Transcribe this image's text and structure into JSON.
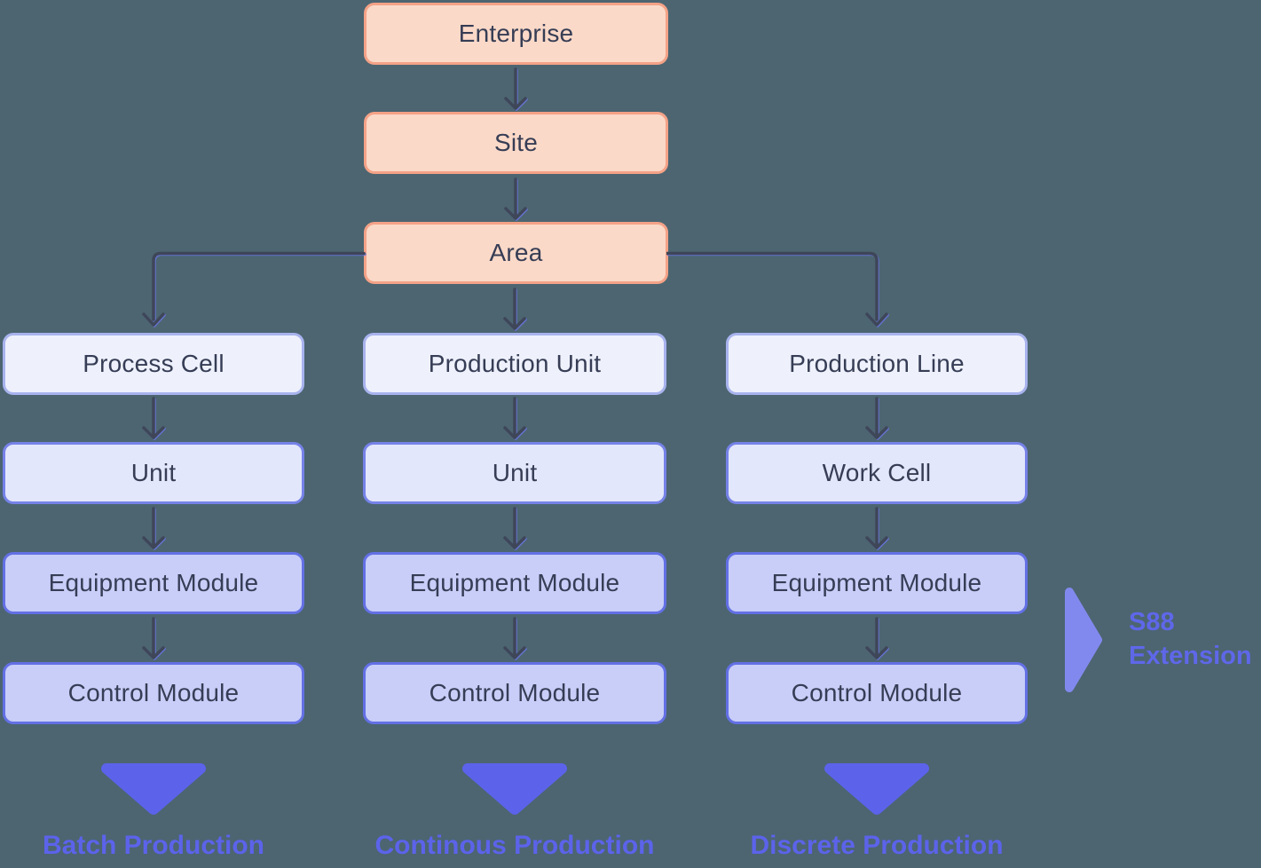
{
  "palette": {
    "background": "#4C6571",
    "root_fill": "#FBD9C8",
    "root_border": "#F4A287",
    "level1_fill": "#EEF1FC",
    "level1_border": "#A8B3EE",
    "level2_fill": "#E3E7FB",
    "level2_border": "#7682E8",
    "level3_fill": "#C8CEF8",
    "level3_border": "#6370E5",
    "node_text": "#363D55",
    "connector": "#3E4658",
    "connector_echo": "#6C77E8",
    "accent_purple": "#5C63EA",
    "annotation_arrow": "#8289EE",
    "annotation_text": "#5F67E9"
  },
  "hierarchy": {
    "enterprise": "Enterprise",
    "site": "Site",
    "area": "Area"
  },
  "columns": [
    {
      "levels": [
        "Process Cell",
        "Unit",
        "Equipment Module",
        "Control Module"
      ],
      "production": "Batch Production"
    },
    {
      "levels": [
        "Production Unit",
        "Unit",
        "Equipment Module",
        "Control Module"
      ],
      "production": "Continous Production"
    },
    {
      "levels": [
        "Production Line",
        "Work Cell",
        "Equipment Module",
        "Control Module"
      ],
      "production": "Discrete Production"
    }
  ],
  "annotation": {
    "line1": "S88",
    "line2": "Extension"
  }
}
